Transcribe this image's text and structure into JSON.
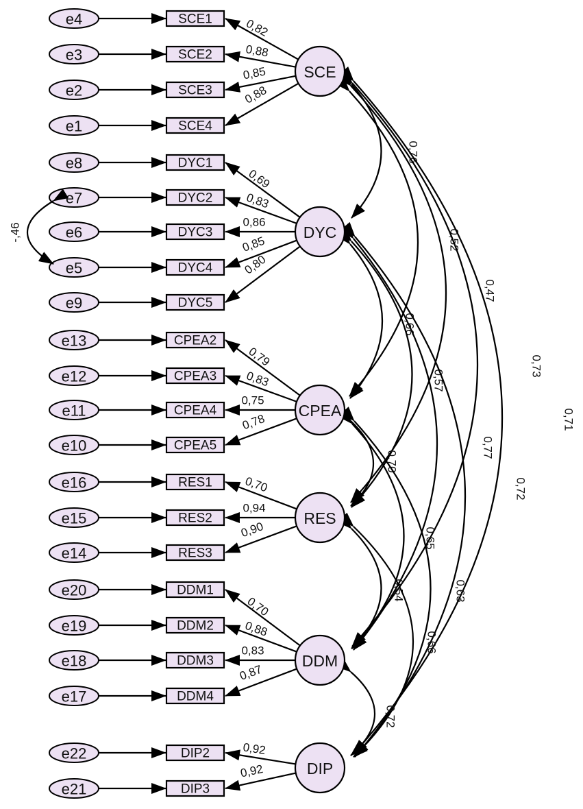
{
  "latents": [
    {
      "id": "SCE",
      "label": "SCE"
    },
    {
      "id": "DYC",
      "label": "DYC"
    },
    {
      "id": "CPEA",
      "label": "CPEA"
    },
    {
      "id": "RES",
      "label": "RES"
    },
    {
      "id": "DDM",
      "label": "DDM"
    },
    {
      "id": "DIP",
      "label": "DIP"
    }
  ],
  "indicators": [
    {
      "label": "SCE1",
      "error": "e4",
      "factor": "SCE",
      "loading": "0,82"
    },
    {
      "label": "SCE2",
      "error": "e3",
      "factor": "SCE",
      "loading": "0,88"
    },
    {
      "label": "SCE3",
      "error": "e2",
      "factor": "SCE",
      "loading": "0,85"
    },
    {
      "label": "SCE4",
      "error": "e1",
      "factor": "SCE",
      "loading": "0,88"
    },
    {
      "label": "DYC1",
      "error": "e8",
      "factor": "DYC",
      "loading": "0,69"
    },
    {
      "label": "DYC2",
      "error": "e7",
      "factor": "DYC",
      "loading": "0,83"
    },
    {
      "label": "DYC3",
      "error": "e6",
      "factor": "DYC",
      "loading": "0,86"
    },
    {
      "label": "DYC4",
      "error": "e5",
      "factor": "DYC",
      "loading": "0,85"
    },
    {
      "label": "DYC5",
      "error": "e9",
      "factor": "DYC",
      "loading": "0,80"
    },
    {
      "label": "CPEA2",
      "error": "e13",
      "factor": "CPEA",
      "loading": "0,79"
    },
    {
      "label": "CPEA3",
      "error": "e12",
      "factor": "CPEA",
      "loading": "0,83"
    },
    {
      "label": "CPEA4",
      "error": "e11",
      "factor": "CPEA",
      "loading": "0,75"
    },
    {
      "label": "CPEA5",
      "error": "e10",
      "factor": "CPEA",
      "loading": "0,78"
    },
    {
      "label": "RES1",
      "error": "e16",
      "factor": "RES",
      "loading": "0,70"
    },
    {
      "label": "RES2",
      "error": "e15",
      "factor": "RES",
      "loading": "0,94"
    },
    {
      "label": "RES3",
      "error": "e14",
      "factor": "RES",
      "loading": "0,90"
    },
    {
      "label": "DDM1",
      "error": "e20",
      "factor": "DDM",
      "loading": "0,70"
    },
    {
      "label": "DDM2",
      "error": "e19",
      "factor": "DDM",
      "loading": "0,88"
    },
    {
      "label": "DDM3",
      "error": "e18",
      "factor": "DDM",
      "loading": "0,83"
    },
    {
      "label": "DDM4",
      "error": "e17",
      "factor": "DDM",
      "loading": "0,87"
    },
    {
      "label": "DIP2",
      "error": "e22",
      "factor": "DIP",
      "loading": "0,92"
    },
    {
      "label": "DIP3",
      "error": "e21",
      "factor": "DIP",
      "loading": "0,92"
    }
  ],
  "error_covariance": {
    "from": "e7",
    "to": "e5",
    "value": "-,46"
  },
  "correlations": [
    {
      "from": "SCE",
      "to": "DYC",
      "value": "0,76"
    },
    {
      "from": "SCE",
      "to": "CPEA",
      "value": "0,52"
    },
    {
      "from": "SCE",
      "to": "RES",
      "value": "0,47"
    },
    {
      "from": "SCE",
      "to": "DDM",
      "value": "0,73"
    },
    {
      "from": "SCE",
      "to": "DIP",
      "value": "0,71"
    },
    {
      "from": "DYC",
      "to": "CPEA",
      "value": "0,66"
    },
    {
      "from": "DYC",
      "to": "RES",
      "value": "0,57"
    },
    {
      "from": "DYC",
      "to": "DDM",
      "value": "0,77"
    },
    {
      "from": "DYC",
      "to": "DIP",
      "value": "0,72"
    },
    {
      "from": "CPEA",
      "to": "RES",
      "value": "0,70"
    },
    {
      "from": "CPEA",
      "to": "DDM",
      "value": "0,65"
    },
    {
      "from": "CPEA",
      "to": "DIP",
      "value": "0,63"
    },
    {
      "from": "RES",
      "to": "DDM",
      "value": "0,54"
    },
    {
      "from": "RES",
      "to": "DIP",
      "value": "0,66"
    },
    {
      "from": "DDM",
      "to": "DIP",
      "value": "0,72"
    }
  ],
  "colors": {
    "node_fill": "#ede1f3",
    "stroke": "#000000",
    "background": "#ffffff"
  }
}
